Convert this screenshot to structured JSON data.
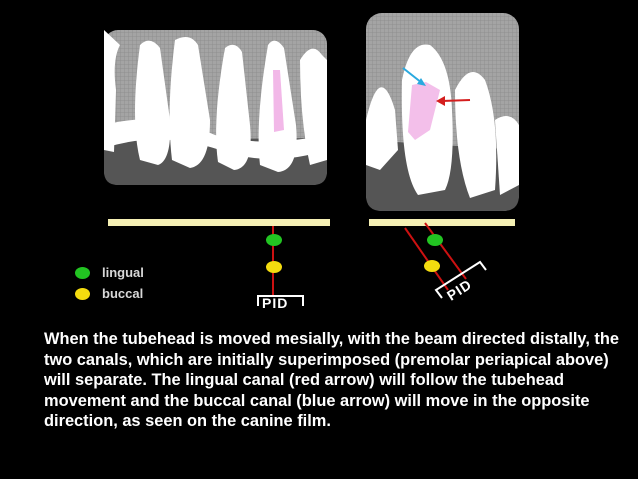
{
  "legend": {
    "items": [
      {
        "label": "lingual",
        "color": "#22c422"
      },
      {
        "label": "buccal",
        "color": "#f4dc0f"
      }
    ]
  },
  "pid": {
    "straight_label": "PID",
    "angled_label": "PID"
  },
  "caption": "When the tubehead is moved mesially, with the beam directed distally, the two canals, which are initially superimposed (premolar periapical above) will separate. The lingual canal (red arrow) will follow the tubehead movement and the buccal canal (blue arrow) will move in the opposite direction, as seen on the canine film.",
  "colors": {
    "background": "#000000",
    "film_bar": "#f5f0b4",
    "beam": "#cc1111",
    "lingual_arrow": "#d41e1e",
    "buccal_arrow": "#29a9df",
    "canal": "#f2b8e8",
    "film_gray": "#9a9a9a"
  }
}
